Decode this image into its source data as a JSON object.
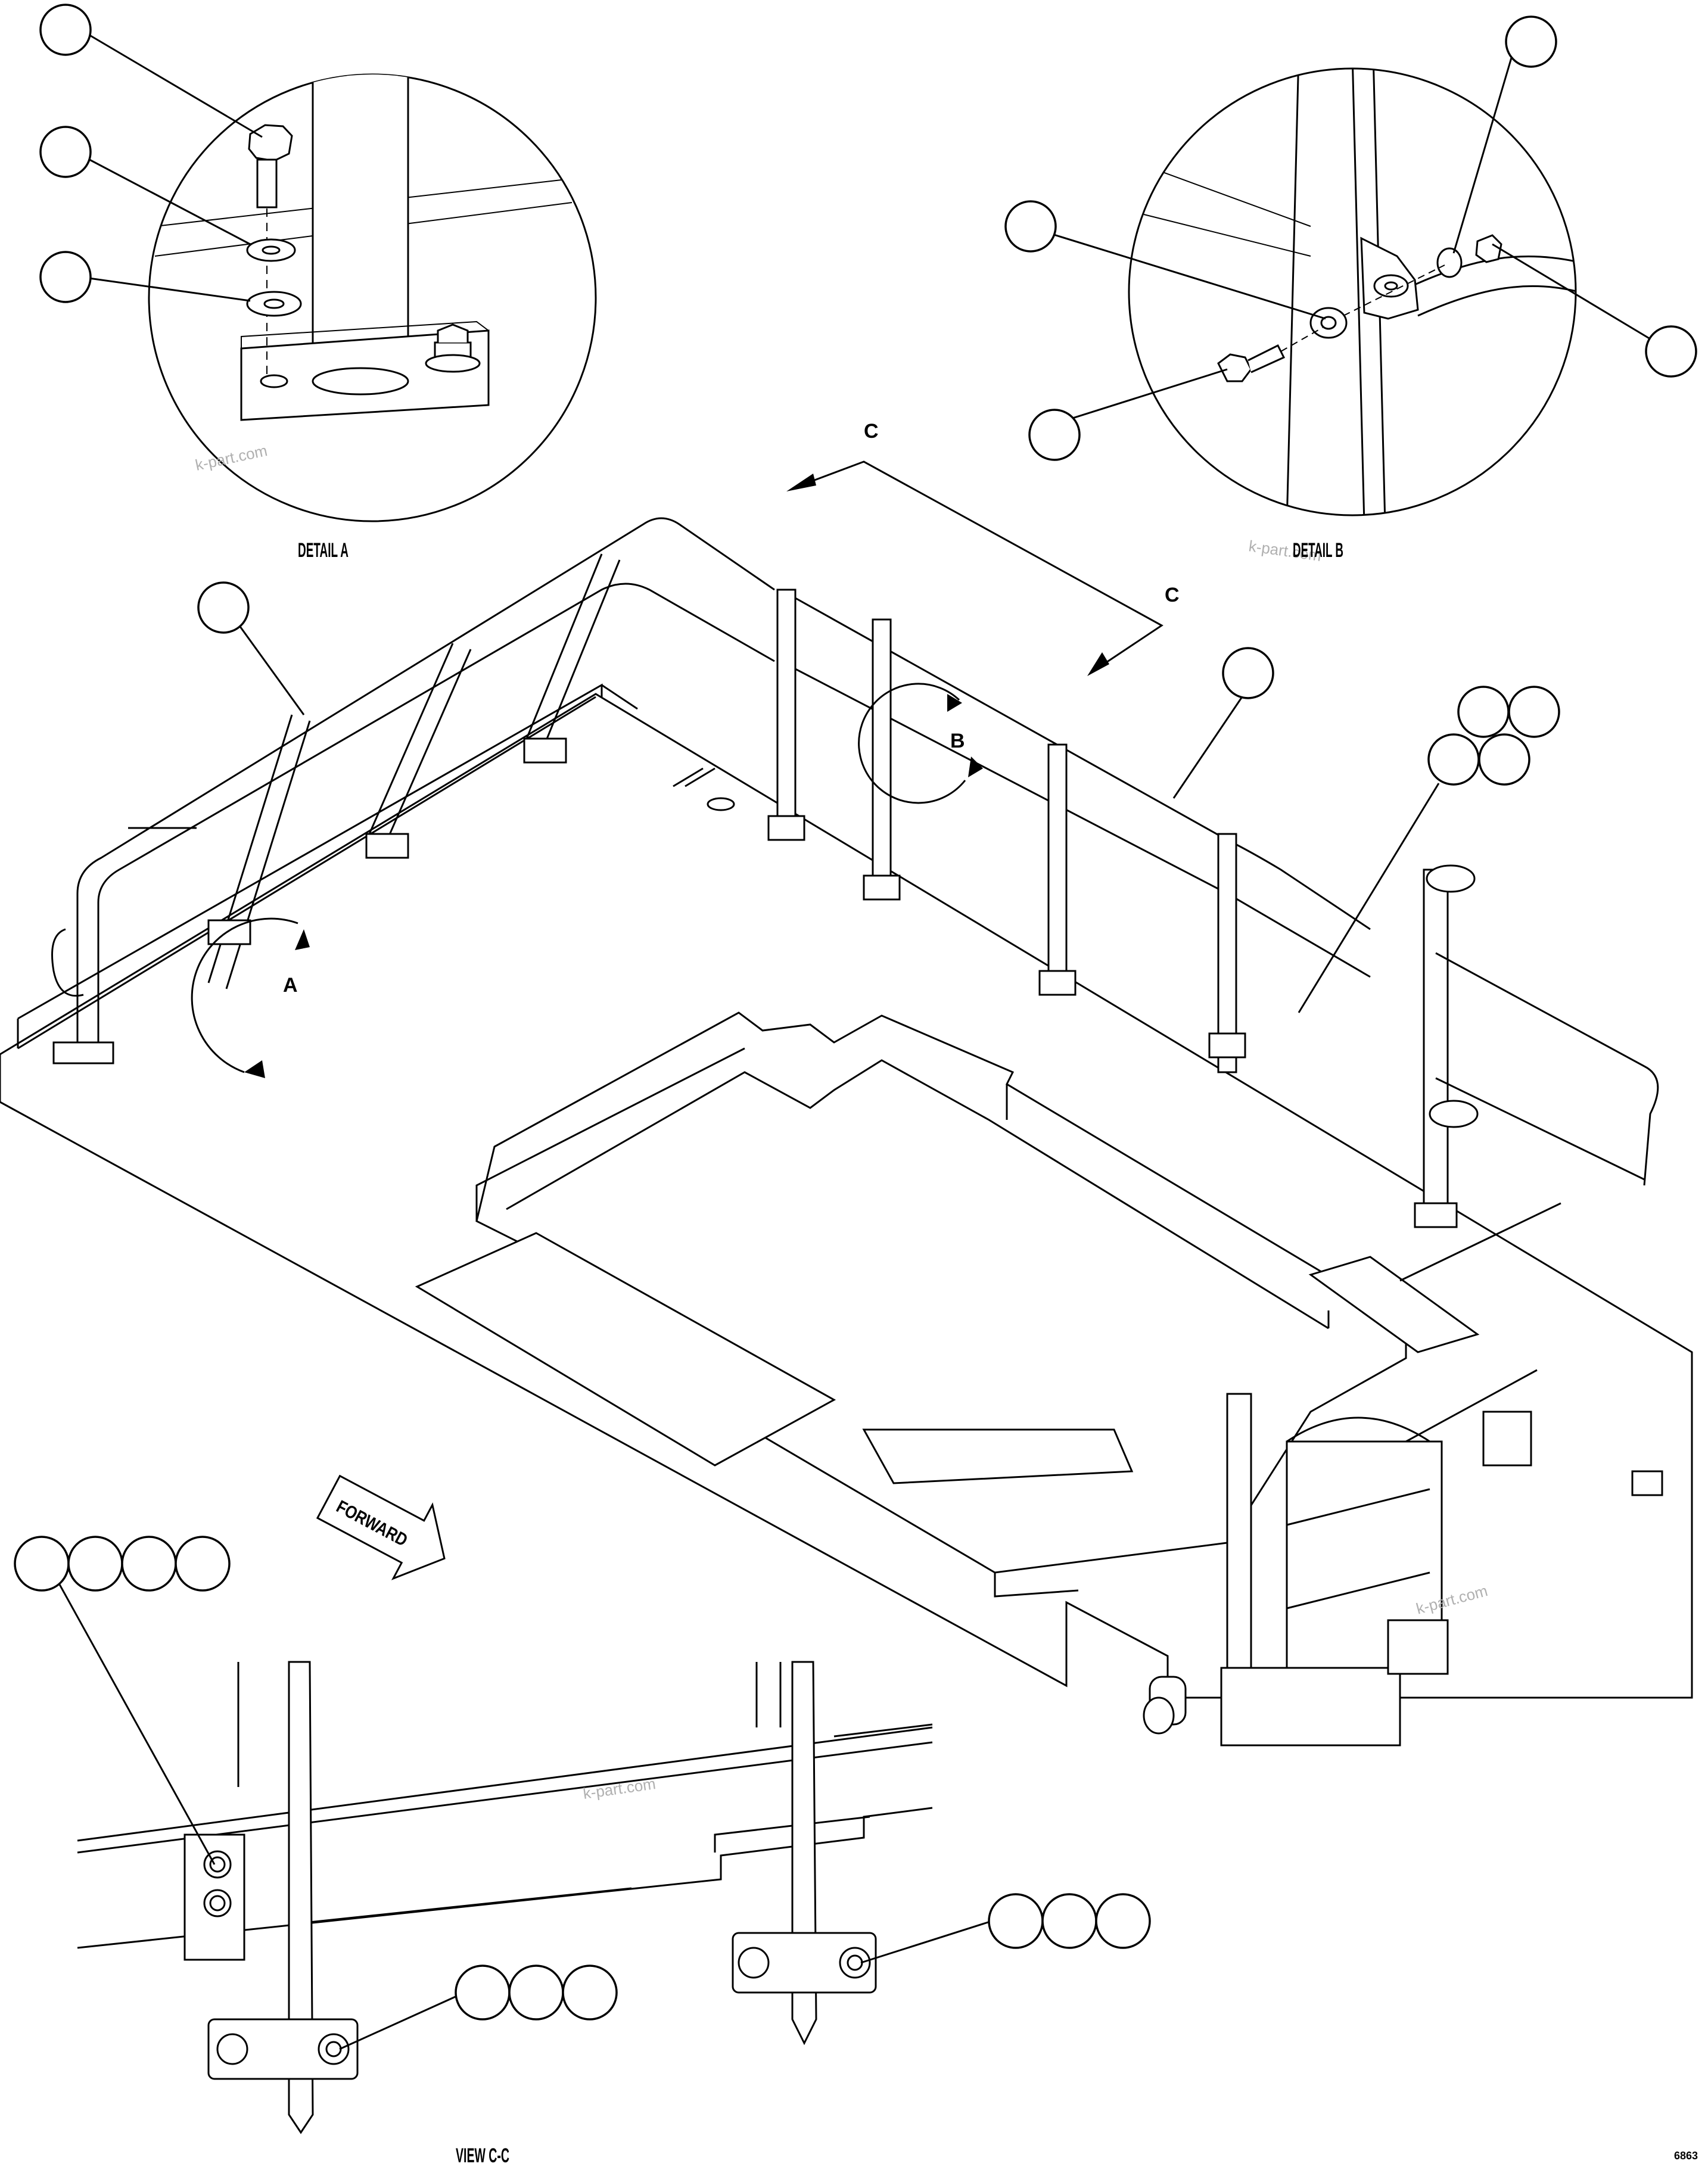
{
  "labels": {
    "detail_a": "DETAIL A",
    "detail_b": "DETAIL B",
    "view_cc": "VIEW C-C",
    "section_c_1": "C",
    "section_c_2": "C",
    "marker_a": "A",
    "marker_b": "B",
    "forward": "FORWARD",
    "drawing_number": "6863"
  },
  "watermarks": [
    "k-part.com",
    "k-part.com",
    "k-part.com",
    "k-part.com"
  ],
  "callouts": {
    "detail_a_bolt": "",
    "detail_a_lockwasher": "",
    "detail_a_flatwasher": "",
    "detail_b_flatwasher": "",
    "detail_b_bolt": "",
    "detail_b_lockwasher": "",
    "detail_b_nut": "",
    "rail_left": "",
    "rail_right": "",
    "gate_group": [
      "",
      "",
      "",
      ""
    ],
    "view_cc_left_group": [
      "",
      "",
      "",
      ""
    ],
    "view_cc_mid_group": [
      "",
      "",
      ""
    ],
    "view_cc_right_group": [
      "",
      "",
      ""
    ]
  }
}
